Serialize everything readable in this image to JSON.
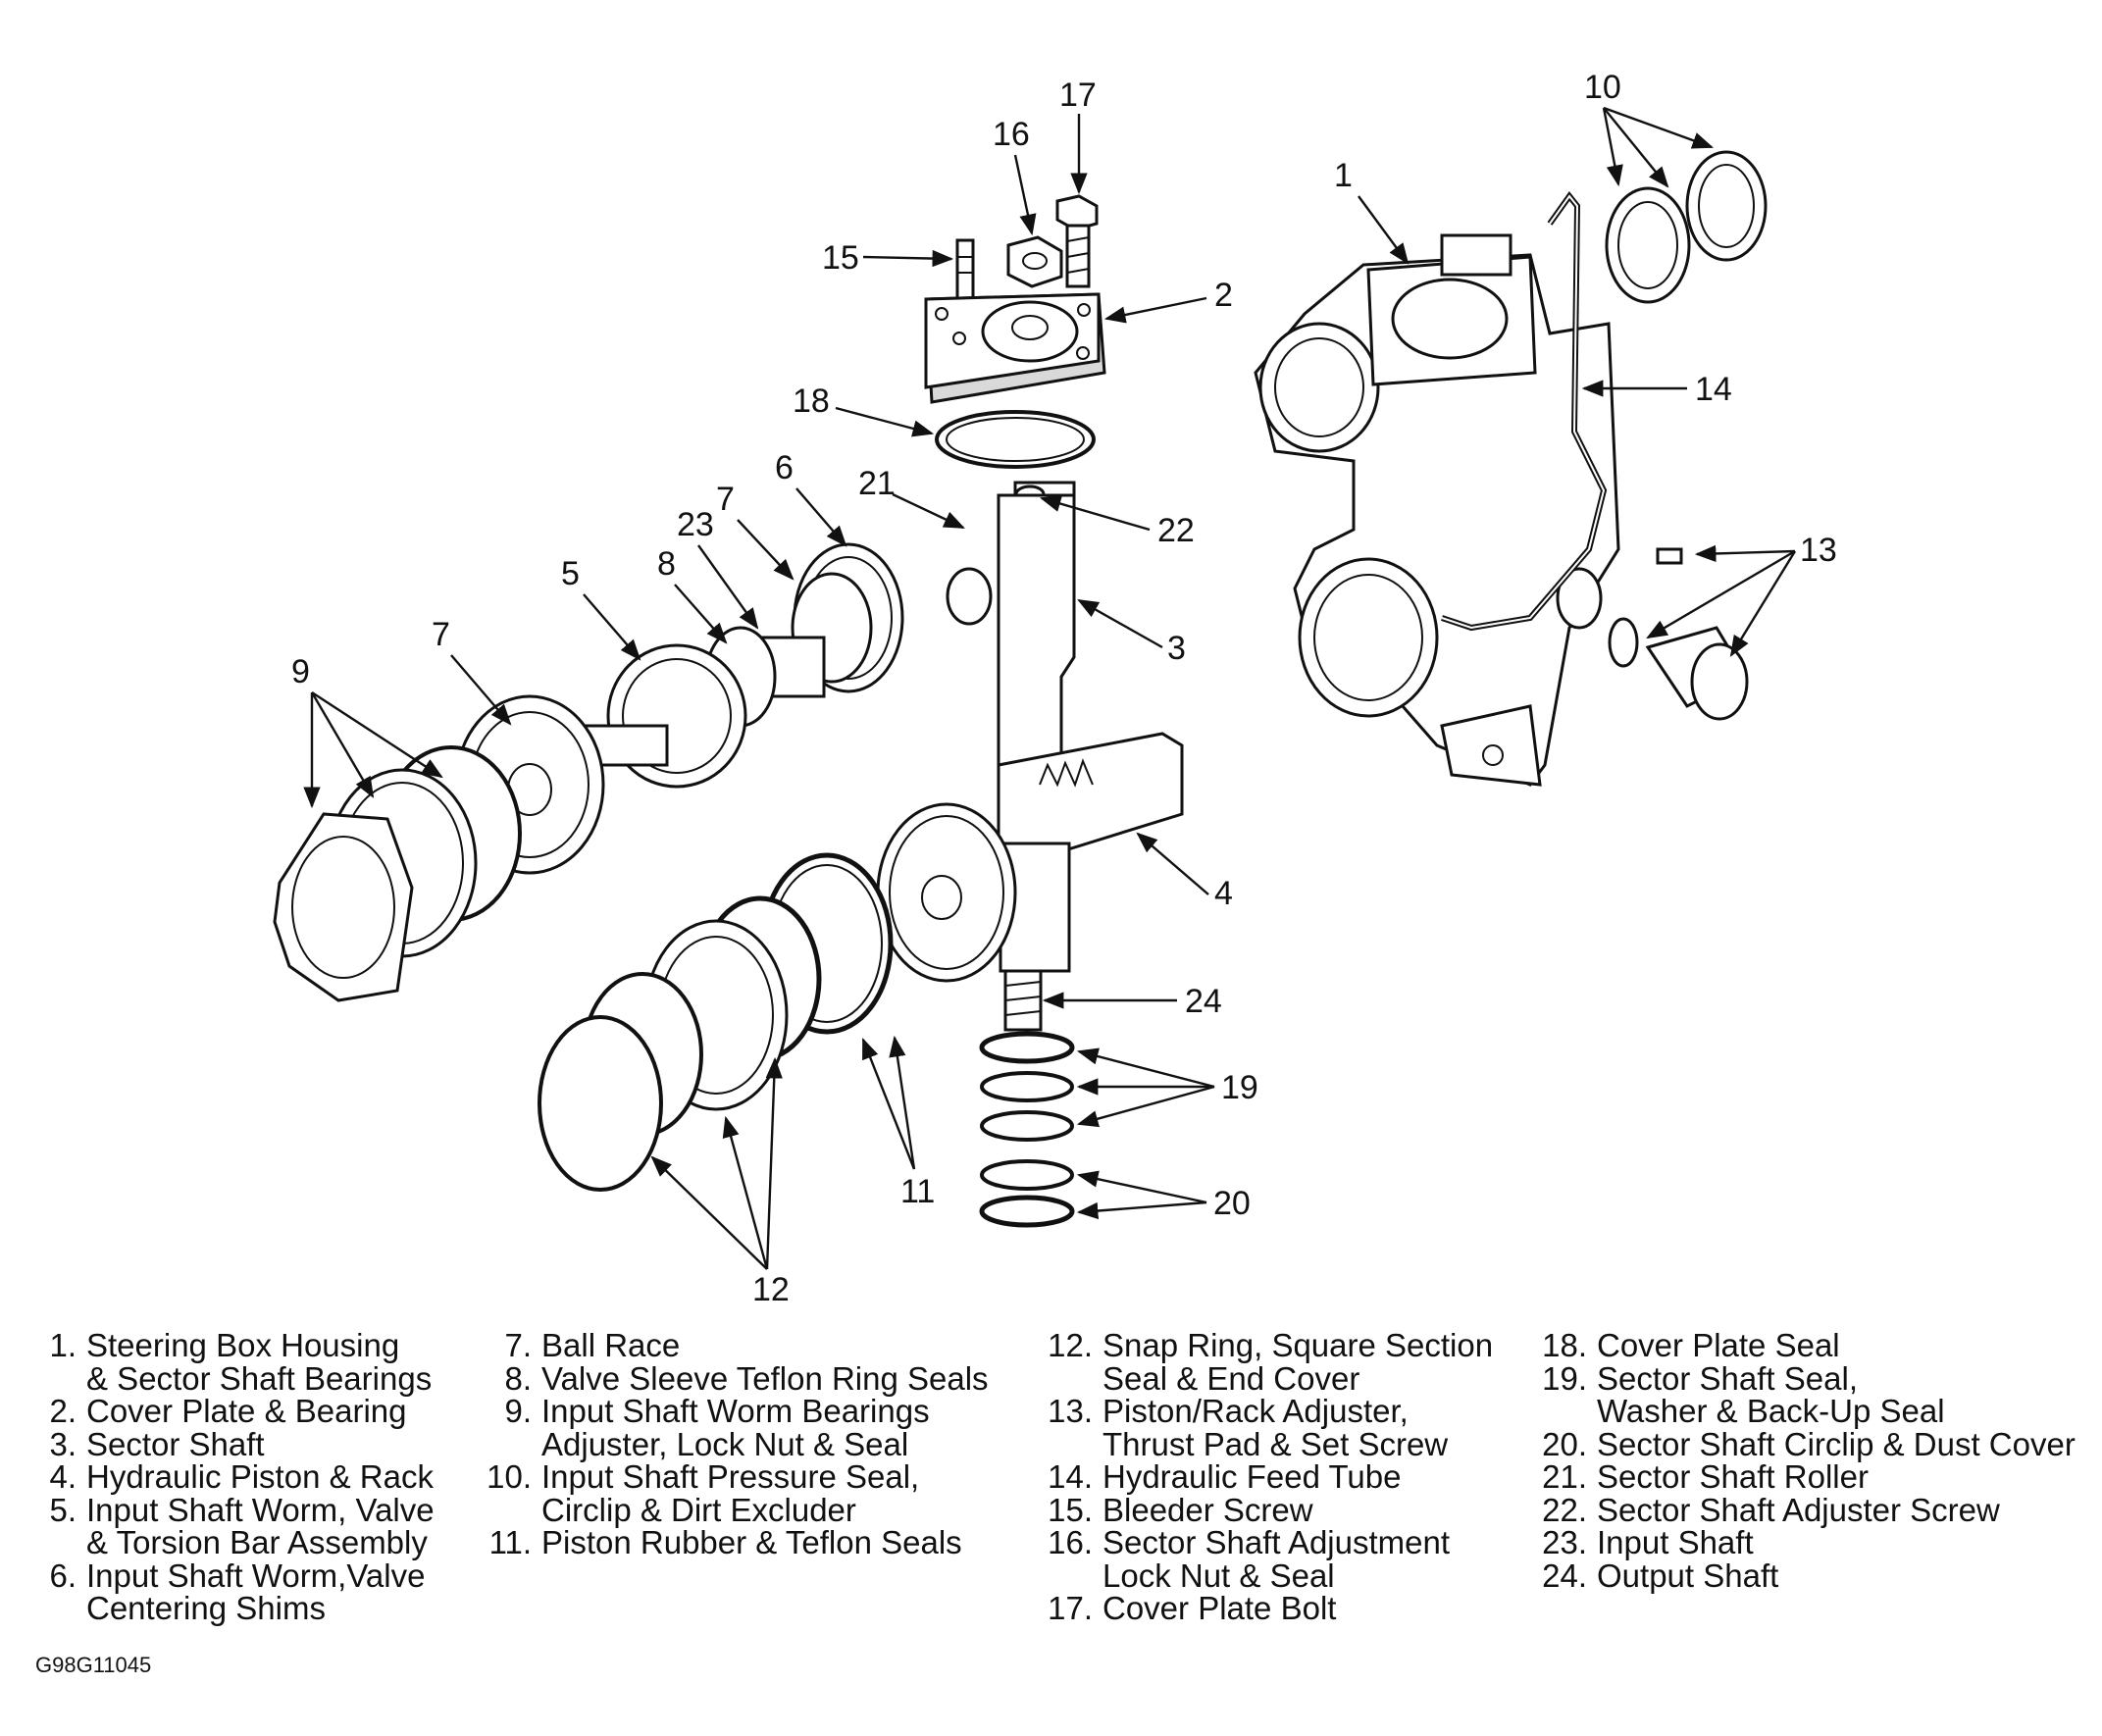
{
  "callouts": [
    "1",
    "2",
    "3",
    "4",
    "5",
    "6",
    "7",
    "7",
    "8",
    "9",
    "10",
    "11",
    "12",
    "13",
    "14",
    "15",
    "16",
    "17",
    "18",
    "19",
    "20",
    "21",
    "22",
    "23",
    "24"
  ],
  "legend": [
    [
      {
        "num": "1.",
        "lines": [
          "Steering Box Housing",
          "& Sector Shaft Bearings"
        ]
      },
      {
        "num": "2.",
        "lines": [
          "Cover Plate & Bearing"
        ]
      },
      {
        "num": "3.",
        "lines": [
          "Sector Shaft"
        ]
      },
      {
        "num": "4.",
        "lines": [
          "Hydraulic Piston & Rack"
        ]
      },
      {
        "num": "5.",
        "lines": [
          "Input Shaft Worm, Valve",
          "& Torsion Bar Assembly"
        ]
      },
      {
        "num": "6.",
        "lines": [
          "Input Shaft Worm,Valve",
          "Centering Shims"
        ]
      }
    ],
    [
      {
        "num": "7.",
        "lines": [
          "Ball Race"
        ]
      },
      {
        "num": "8.",
        "lines": [
          "Valve Sleeve Teflon Ring Seals"
        ]
      },
      {
        "num": "9.",
        "lines": [
          "Input Shaft Worm Bearings",
          "Adjuster, Lock Nut & Seal"
        ]
      },
      {
        "num": "10.",
        "lines": [
          "Input Shaft Pressure Seal,",
          "Circlip & Dirt Excluder"
        ]
      },
      {
        "num": "11.",
        "lines": [
          "Piston Rubber & Teflon Seals"
        ]
      }
    ],
    [
      {
        "num": "12.",
        "lines": [
          "Snap Ring, Square Section",
          "Seal & End Cover"
        ]
      },
      {
        "num": "13.",
        "lines": [
          "Piston/Rack Adjuster,",
          "Thrust Pad & Set Screw"
        ]
      },
      {
        "num": "14.",
        "lines": [
          "Hydraulic Feed Tube"
        ]
      },
      {
        "num": "15.",
        "lines": [
          "Bleeder Screw"
        ]
      },
      {
        "num": "16.",
        "lines": [
          "Sector Shaft Adjustment",
          "Lock Nut & Seal"
        ]
      },
      {
        "num": "17.",
        "lines": [
          "Cover Plate Bolt"
        ]
      }
    ],
    [
      {
        "num": "18.",
        "lines": [
          "Cover Plate Seal"
        ]
      },
      {
        "num": "19.",
        "lines": [
          "Sector Shaft Seal,",
          "Washer & Back-Up Seal"
        ]
      },
      {
        "num": "20.",
        "lines": [
          "Sector Shaft Circlip & Dust Cover"
        ]
      },
      {
        "num": "21.",
        "lines": [
          "Sector Shaft Roller"
        ]
      },
      {
        "num": "22.",
        "lines": [
          "Sector Shaft Adjuster Screw"
        ]
      },
      {
        "num": "23.",
        "lines": [
          "Input Shaft"
        ]
      },
      {
        "num": "24.",
        "lines": [
          "Output Shaft"
        ]
      }
    ]
  ],
  "figure_code": "G98G11045"
}
